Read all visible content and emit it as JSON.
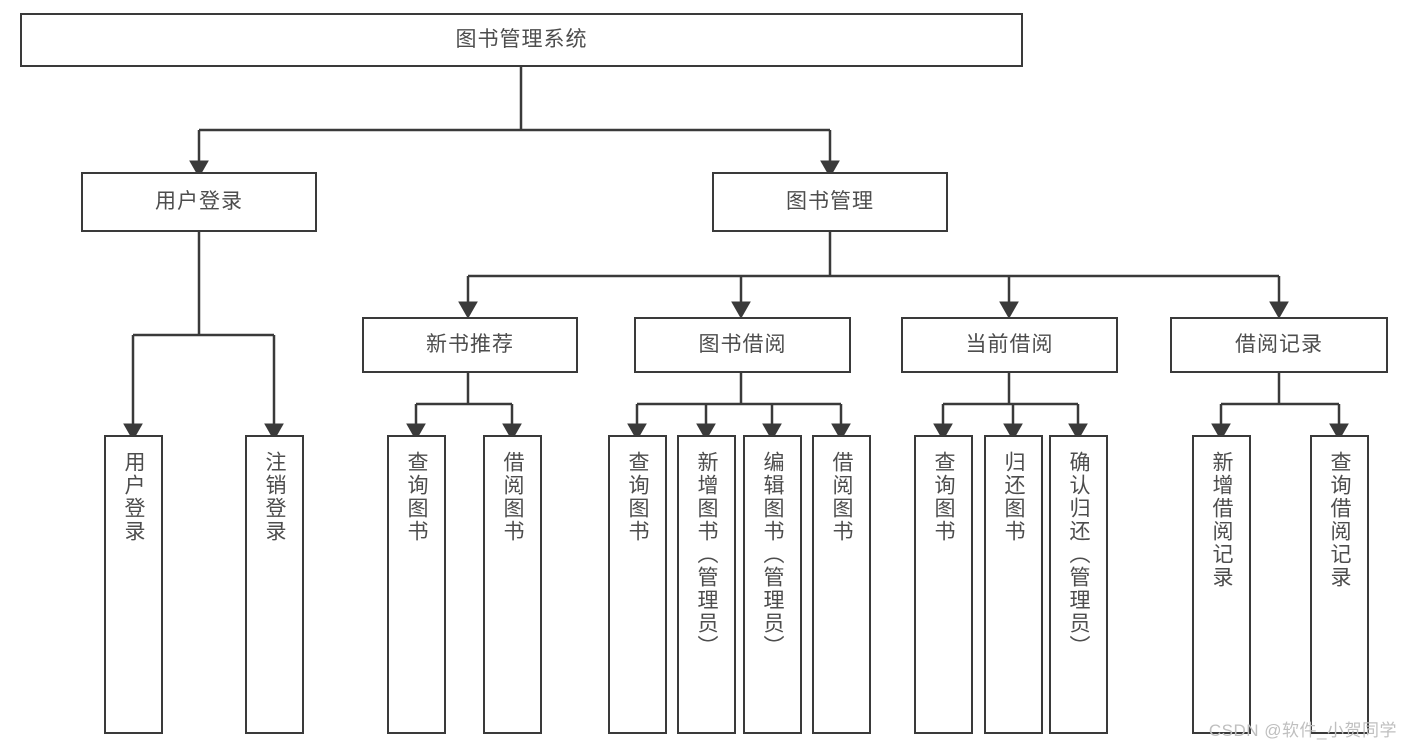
{
  "diagram": {
    "title": "图书管理系统",
    "type": "tree-hierarchy",
    "root": {
      "label": "图书管理系统"
    },
    "level1": [
      {
        "label": "用户登录"
      },
      {
        "label": "图书管理"
      }
    ],
    "level2": [
      {
        "label": "新书推荐"
      },
      {
        "label": "图书借阅"
      },
      {
        "label": "当前借阅"
      },
      {
        "label": "借阅记录"
      }
    ],
    "leaves": {
      "user_login": [
        {
          "label": "用户登录"
        },
        {
          "label": "注销登录"
        }
      ],
      "new_book_recommend": [
        {
          "label": "查询图书"
        },
        {
          "label": "借阅图书"
        }
      ],
      "book_borrow": [
        {
          "label": "查询图书"
        },
        {
          "label": "新增图书（管理员）"
        },
        {
          "label": "编辑图书（管理员）"
        },
        {
          "label": "借阅图书"
        }
      ],
      "current_borrow": [
        {
          "label": "查询图书"
        },
        {
          "label": "归还图书"
        },
        {
          "label": "确认归还（管理员）"
        }
      ],
      "borrow_record": [
        {
          "label": "新增借阅记录"
        },
        {
          "label": "查询借阅记录"
        }
      ]
    }
  },
  "watermark": {
    "text": "CSDN @软件_小贺同学"
  },
  "colors": {
    "border": "#3a3a3a",
    "text": "#4d4d4d",
    "background": "#ffffff",
    "watermark": "#bfbfbf"
  }
}
